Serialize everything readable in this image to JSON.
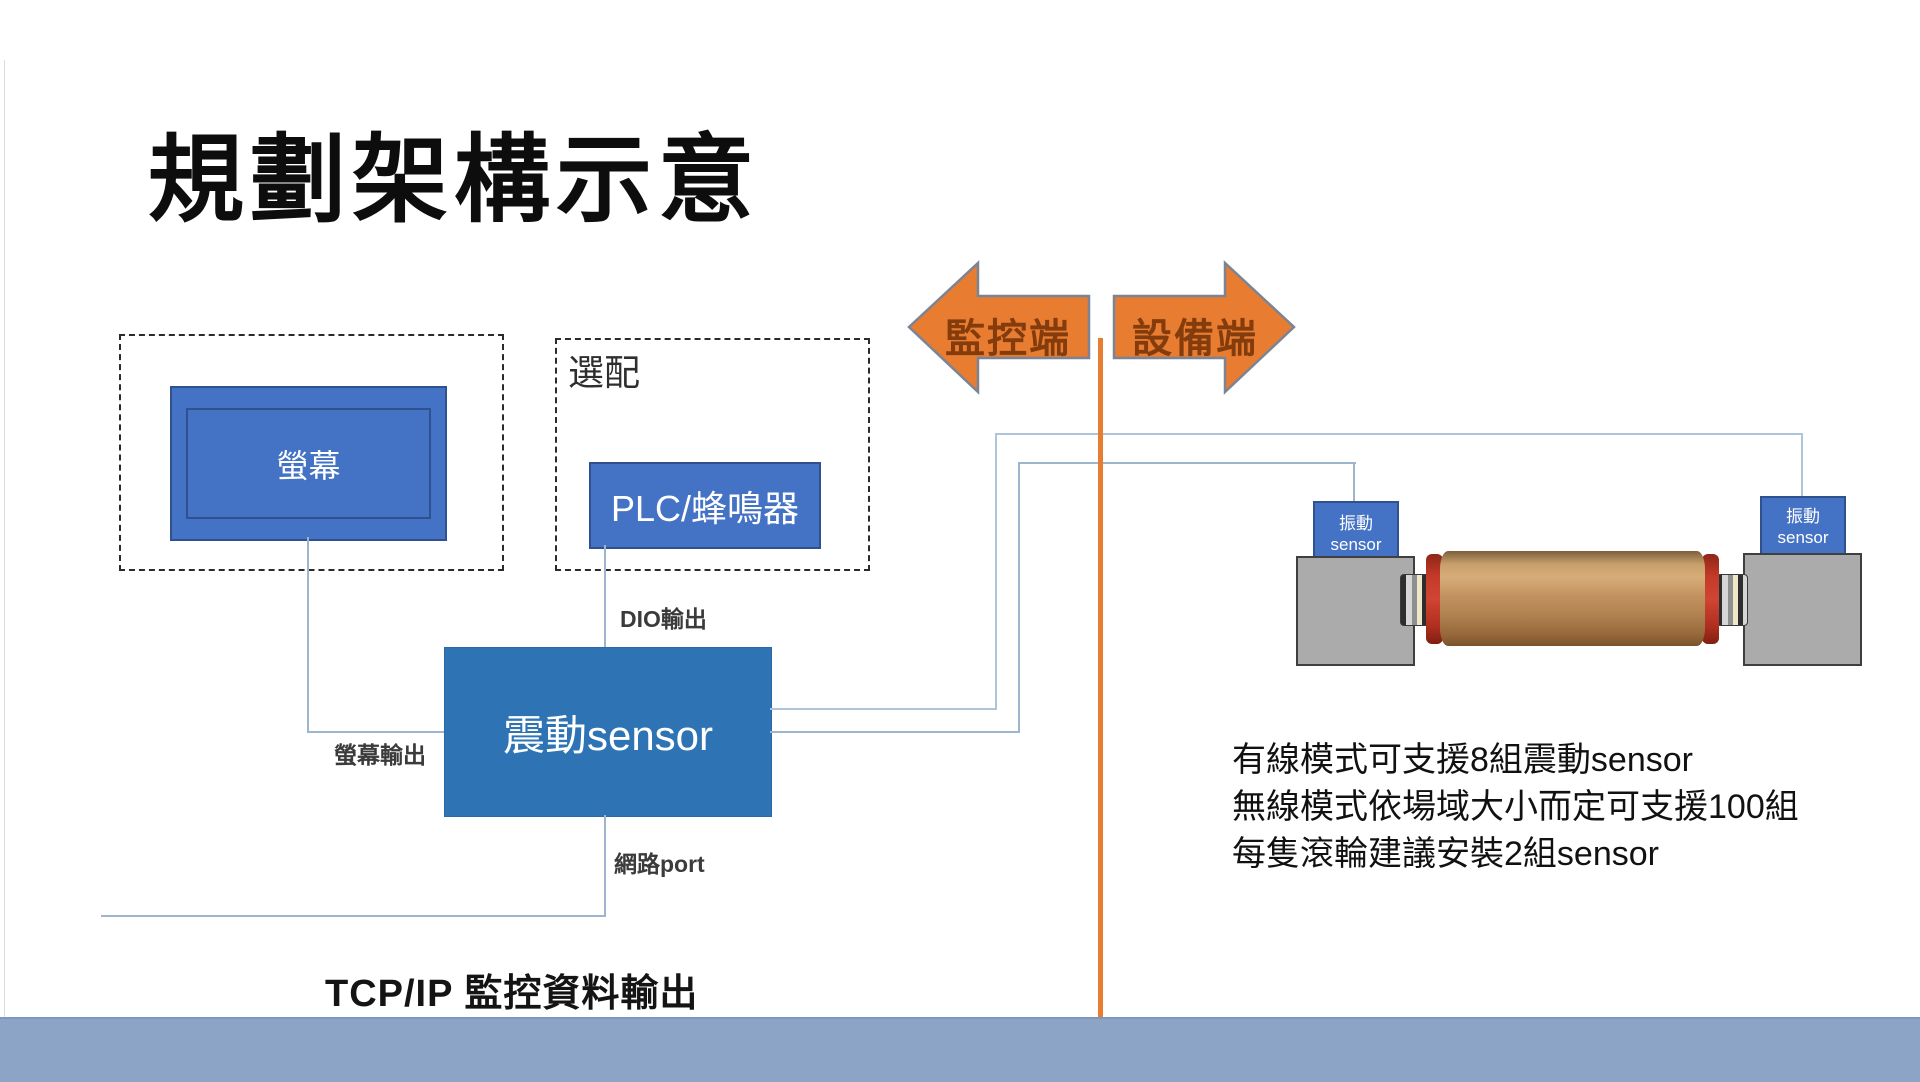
{
  "slide": {
    "title": "規劃架構示意",
    "colors": {
      "accent_orange": "#e87d31",
      "box_blue": "#4472c4",
      "main_box_blue": "#2e74b5",
      "box_border_blue": "#2f528f",
      "connector_line_blue": "#9db6ce",
      "bottom_bar_blue": "#8ca4c6",
      "gray_block": "#ababab",
      "roller_tan": "#c9a06c",
      "roller_red": "#c43a28",
      "arrow_text_brown": "#843c0c",
      "dashed_border": "#2b2b2b"
    }
  },
  "arrows": {
    "left": {
      "label": "監控端",
      "direction": "left"
    },
    "right": {
      "label": "設備端",
      "direction": "right"
    }
  },
  "monitor_side": {
    "screen_label": "螢幕",
    "optional_group_label": "選配",
    "plc_label": "PLC/蜂鳴器",
    "main_sensor_label": "震動sensor"
  },
  "connection_labels": {
    "dio_output": "DIO輸出",
    "screen_output": "螢幕輸出",
    "network_port": "網路port",
    "tcpip_output": "TCP/IP 監控資料輸出"
  },
  "equipment_side": {
    "sensor_tag_line1": "振動",
    "sensor_tag_line2": "sensor"
  },
  "notes": {
    "lines": [
      "有線模式可支援8組震動sensor",
      "無線模式依場域大小而定可支援100組",
      "每隻滾輪建議安裝2組sensor"
    ]
  }
}
